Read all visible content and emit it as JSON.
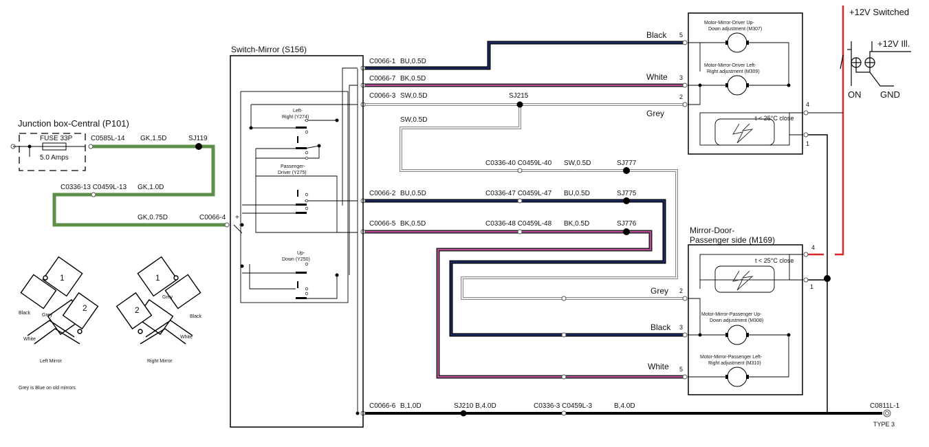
{
  "colors": {
    "green": "#5e8f48",
    "navy": "#1b2a63",
    "pink": "#c04a9a",
    "grey_wire": "#c9c9bf",
    "red": "#d8282a",
    "black": "#000000"
  },
  "junction_box": {
    "title": "Junction box-Central (P101)",
    "fuse": "FUSE 33P",
    "amps": "5.0 Amps",
    "connector": "C0585L-14",
    "wire": "GK,1.5D",
    "splice": "SJ119",
    "conn2": "C0336-13 C0459L-13",
    "wire2": "GK,1.0D",
    "wire3": "GK,0.75D",
    "conn3": "C0066-4",
    "plus": "+"
  },
  "switch": {
    "title": "Switch-Mirror (S156)",
    "lr1": "Left-",
    "lr2": "Right (Y274)",
    "pd1": "Passenger-",
    "pd2": "Driver (Y275)",
    "ud1": "Up-",
    "ud2": "Down (Y250)"
  },
  "wires": {
    "c1": "C0066-1",
    "w1": "BU,0.5D",
    "c7": "C0066-7",
    "w7": "BK,0.5D",
    "c3": "C0066-3",
    "w3": "SW,0.5D",
    "sj215": "SJ215",
    "sw_drop": "SW,0.5D",
    "c40": "C0336-40 C0459L-40",
    "w40": "SW,0.5D",
    "sj777": "SJ777",
    "c2": "C0066-2",
    "w2": "BU,0.5D",
    "c47": "C0336-47 C0459L-47",
    "w47": "BU,0.5D",
    "sj775": "SJ775",
    "c5": "C0066-5",
    "w5": "BK,0.5D",
    "c48": "C0336-48 C0459L-48",
    "w48": "BK,0.5D",
    "sj776": "SJ776",
    "c6": "C0066-6",
    "w6": "B,1.0D",
    "sj210": "SJ210 B,4.0D",
    "c3g": "C0336-3 C0459L-3",
    "w3g": "B,4.0D",
    "c0811": "C0811L-1",
    "type3": "TYPE 3"
  },
  "driver_mirror": {
    "black": "Black",
    "white": "White",
    "grey": "Grey",
    "pin5": "5",
    "pin3": "3",
    "pin2": "2",
    "pin4": "4",
    "pin1": "1",
    "m1a": "Motor-Mirror-Driver Up-",
    "m1b": "Down adjustment (M307)",
    "m2a": "Motor-Mirror-Driver Left-",
    "m2b": "Right adjustment (M309)",
    "heat": "t < 25°C close"
  },
  "pass_mirror": {
    "title1": "Mirror-Door-",
    "title2": "Passenger side (M169)",
    "grey": "Grey",
    "black": "Black",
    "white": "White",
    "pin4": "4",
    "pin1": "1",
    "pin2": "2",
    "pin3": "3",
    "pin5": "5",
    "heat": "t < 25°C close",
    "m1a": "Motor-Mirror-Passenger Up-",
    "m1b": "Down adjustment (M308)",
    "m2a": "Motor-Mirror-Passenger Left-",
    "m2b": "Right adjustment (M310)"
  },
  "power": {
    "switched": "+12V Switched",
    "ill": "+12V Ill.",
    "on": "ON",
    "gnd": "GND"
  },
  "legend": {
    "n1": "1",
    "n2": "2",
    "black": "Black",
    "grey": "Grey",
    "white": "White",
    "left": "Left Mirror",
    "right": "Right Mirror",
    "note": "Grey is Blue on old mirrors"
  }
}
